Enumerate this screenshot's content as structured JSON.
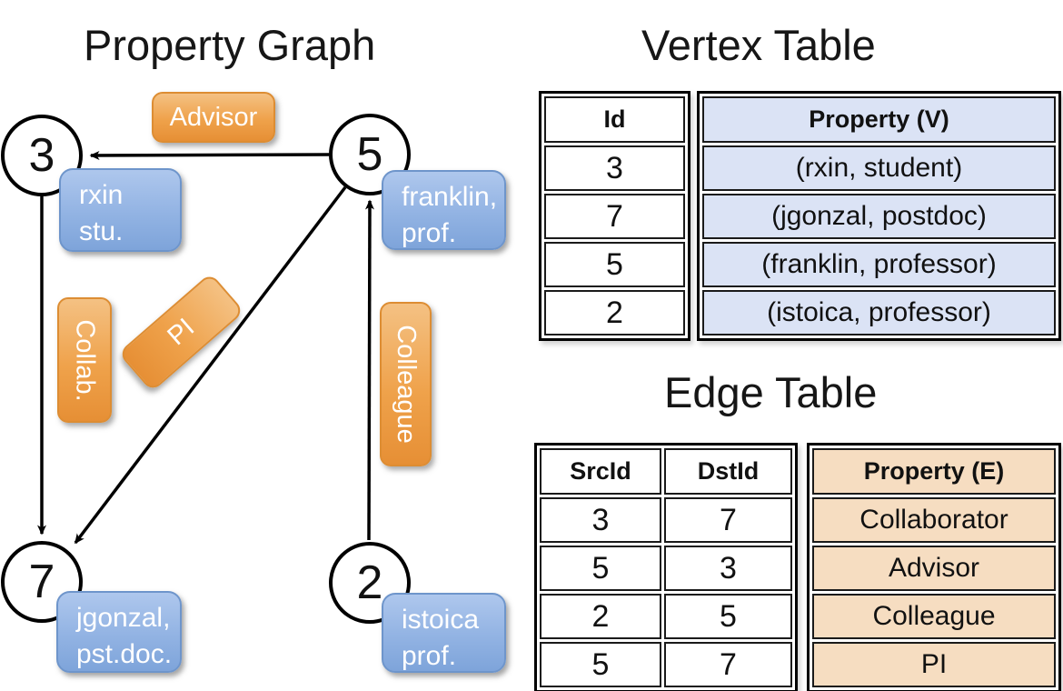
{
  "graph": {
    "title": "Property Graph",
    "nodes": [
      {
        "id": "3",
        "line1": "rxin",
        "line2": "stu."
      },
      {
        "id": "5",
        "line1": "franklin,",
        "line2": "prof."
      },
      {
        "id": "7",
        "line1": "jgonzal,",
        "line2": "pst.doc."
      },
      {
        "id": "2",
        "line1": "istoica",
        "line2": "prof."
      }
    ],
    "edge_labels": {
      "advisor": "Advisor",
      "collab": "Collab.",
      "pi": "PI",
      "colleague": "Colleague"
    },
    "edges": [
      {
        "from": "5",
        "to": "3",
        "label": "Advisor"
      },
      {
        "from": "3",
        "to": "7",
        "label": "Collab."
      },
      {
        "from": "5",
        "to": "7",
        "label": "PI"
      },
      {
        "from": "2",
        "to": "5",
        "label": "Colleague"
      }
    ]
  },
  "vertex_table": {
    "title": "Vertex Table",
    "headers": {
      "id": "Id",
      "property": "Property (V)"
    },
    "rows": [
      {
        "id": "3",
        "property": "(rxin, student)"
      },
      {
        "id": "7",
        "property": "(jgonzal, postdoc)"
      },
      {
        "id": "5",
        "property": "(franklin, professor)"
      },
      {
        "id": "2",
        "property": "(istoica, professor)"
      }
    ]
  },
  "edge_table": {
    "title": "Edge Table",
    "headers": {
      "src": "SrcId",
      "dst": "DstId",
      "property": "Property (E)"
    },
    "rows": [
      {
        "src": "3",
        "dst": "7",
        "property": "Collaborator"
      },
      {
        "src": "5",
        "dst": "3",
        "property": "Advisor"
      },
      {
        "src": "2",
        "dst": "5",
        "property": "Colleague"
      },
      {
        "src": "5",
        "dst": "7",
        "property": "PI"
      }
    ]
  },
  "colors": {
    "edge_label_orange": "#EFA24B",
    "vertex_callout_blue": "#8FB2E2",
    "vertex_table_fill": "#DBE3F5",
    "edge_table_fill": "#F6DDC1",
    "line": "#000000"
  }
}
